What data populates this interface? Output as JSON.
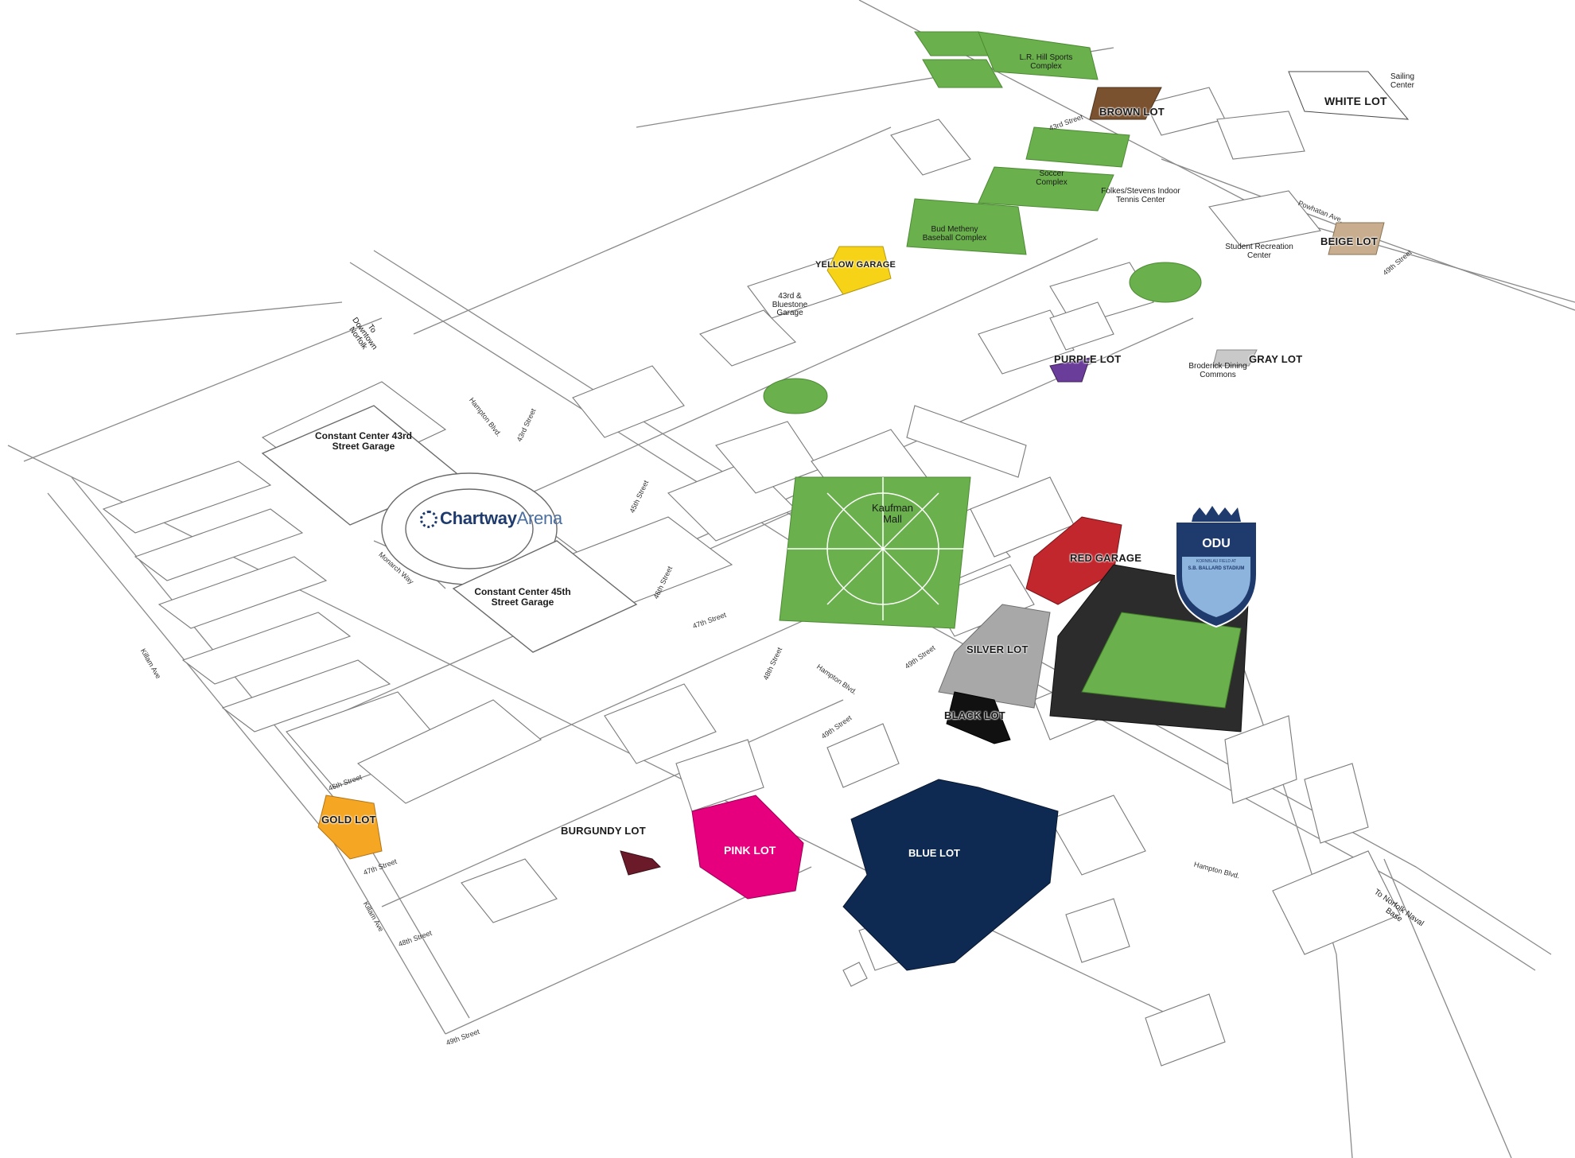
{
  "map": {
    "colors": {
      "green": "#6ab04c",
      "yellow": "#f7d318",
      "brown": "#7a5230",
      "purple": "#6a3d9a",
      "gray": "#c9c9c9",
      "beige": "#c8ad8e",
      "red": "#c1272d",
      "silver": "#a8a8a8",
      "black": "#111111",
      "blue": "#0f2a52",
      "pink": "#e6007e",
      "burgundy": "#6b1a2a",
      "gold": "#f5a623",
      "odu_navy": "#1f3b6e",
      "odu_light": "#8db4dd"
    },
    "lots": {
      "brown": "BROWN LOT",
      "white": "WHITE LOT",
      "beige": "BEIGE LOT",
      "yellow": "YELLOW GARAGE",
      "purple": "PURPLE LOT",
      "gray": "GRAY LOT",
      "red": "RED GARAGE",
      "silver": "SILVER LOT",
      "black": "BLACK LOT",
      "blue": "BLUE LOT",
      "pink": "PINK LOT",
      "burgundy": "BURGUNDY LOT",
      "gold": "GOLD LOT"
    },
    "buildings": {
      "lr_hill": "L.R. Hill Sports Complex",
      "sailing": "Sailing Center",
      "soccer": "Soccer Complex",
      "folkes": "Folkes/Stevens Indoor Tennis Center",
      "bud_metheny": "Bud Metheny Baseball Complex",
      "student_rec": "Student Recreation Center",
      "bluestone": "43rd & Bluestone Garage",
      "broderick": "Broderick Dining Commons",
      "cc43": "Constant Center 43rd Street Garage",
      "cc45": "Constant Center 45th Street Garage",
      "kaufman": "Kaufman Mall",
      "to_downtown": "To Downtown Norfolk",
      "to_naval": "To Norfolk Naval Base"
    },
    "arena": {
      "name_bold": "Chartway",
      "name_light": "Arena"
    },
    "stadium": {
      "badge": "ODU",
      "line1": "KORNBLAU FIELD AT",
      "line2": "S.B. BALLARD STADIUM"
    },
    "streets": {
      "s43": "43rd Street",
      "s45": "45th Street",
      "s46": "46th Street",
      "s47": "47th Street",
      "s48": "48th Street",
      "s49": "49th Street",
      "hampton1": "Hampton Blvd.",
      "hampton2": "Hampton Blvd.",
      "hampton3": "Hampton Blvd.",
      "powhatan": "Powhatan Ave.",
      "monarch": "Monarch Way",
      "killam1": "Killam Ave",
      "killam2": "Killam Ave"
    }
  }
}
